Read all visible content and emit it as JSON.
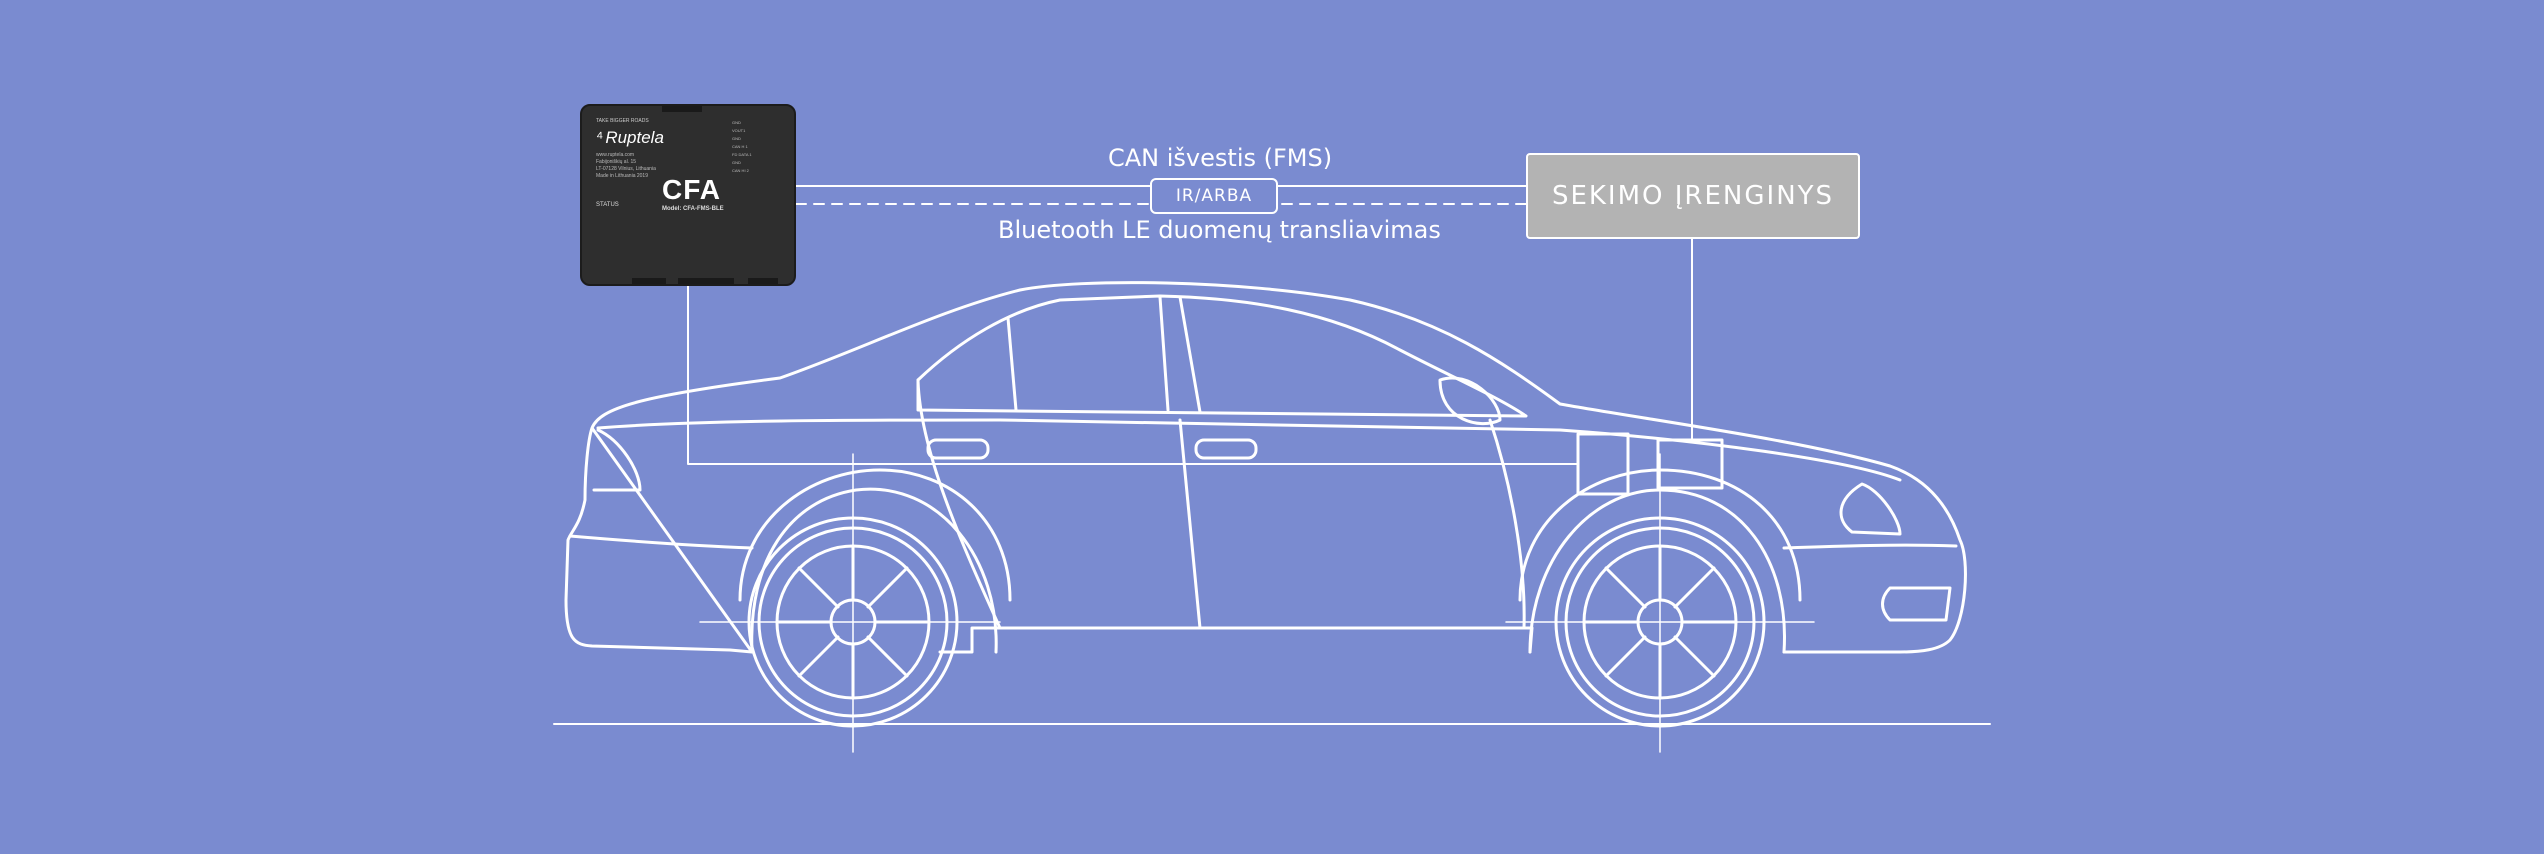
{
  "labels": {
    "can_output": "CAN išvestis (FMS)",
    "or": "IR/ARBA",
    "bluetooth": "Bluetooth LE duomenų transliavimas",
    "tracker": "SEKIMO ĮRENGINYS"
  },
  "device": {
    "brand_mark": "⁴",
    "brand": "Ruptela",
    "tagline": "TAKE BIGGER ROADS",
    "address_lines": [
      "www.ruptela.com",
      "Fabijoniškių al. 15",
      "LT-07128 Vilnius, Lithuania",
      "Made in Lithuania 2019"
    ],
    "model": "CFA",
    "model_sub": "Model: CFA-FMS-BLE",
    "status": "STATUS",
    "pins": [
      "GND",
      "VOUT1",
      "GND",
      "CAN H 1",
      "FD DATA 1",
      "GND",
      "CAN HI 2"
    ]
  },
  "colors": {
    "background": "#7a8bd0",
    "line": "#ffffff",
    "tracker_box": "#b3b3b3",
    "device_body": "#2e2e2e"
  }
}
